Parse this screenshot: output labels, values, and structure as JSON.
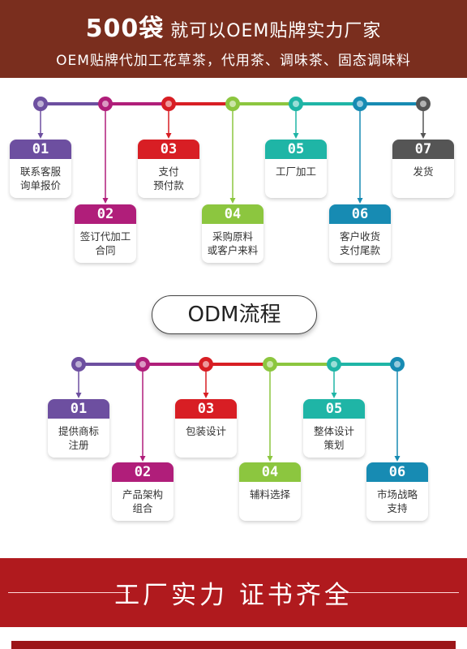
{
  "header": {
    "title_big": "500袋",
    "title_rest": "就可以OEM贴牌实力厂家",
    "subtitle": "OEM贴牌代加工花草茶，代用茶、调味茶、固态调味料"
  },
  "oem_steps": [
    {
      "num": "01",
      "lines": [
        "联系客服",
        "询单报价"
      ],
      "color": "#6d4fa0"
    },
    {
      "num": "02",
      "lines": [
        "签订代加工",
        "合同"
      ],
      "color": "#b01e7a"
    },
    {
      "num": "03",
      "lines": [
        "支付",
        "预付款"
      ],
      "color": "#d81e24"
    },
    {
      "num": "04",
      "lines": [
        "采购原料",
        "或客户来料"
      ],
      "color": "#8cc63f"
    },
    {
      "num": "05",
      "lines": [
        "工厂加工"
      ],
      "color": "#1fb5a6"
    },
    {
      "num": "06",
      "lines": [
        "客户收货",
        "支付尾款"
      ],
      "color": "#178bb3"
    },
    {
      "num": "07",
      "lines": [
        "发货"
      ],
      "color": "#555555"
    }
  ],
  "odm_title": "ODM流程",
  "odm_steps": [
    {
      "num": "01",
      "lines": [
        "提供商标",
        "注册"
      ],
      "color": "#6d4fa0"
    },
    {
      "num": "02",
      "lines": [
        "产品架构",
        "组合"
      ],
      "color": "#b01e7a"
    },
    {
      "num": "03",
      "lines": [
        "包装设计"
      ],
      "color": "#d81e24"
    },
    {
      "num": "04",
      "lines": [
        "辅料选择"
      ],
      "color": "#8cc63f"
    },
    {
      "num": "05",
      "lines": [
        "整体设计",
        "策划"
      ],
      "color": "#1fb5a6"
    },
    {
      "num": "06",
      "lines": [
        "市场战略",
        "支持"
      ],
      "color": "#178bb3"
    }
  ],
  "footer": {
    "text": "工厂实力 证书齐全"
  }
}
